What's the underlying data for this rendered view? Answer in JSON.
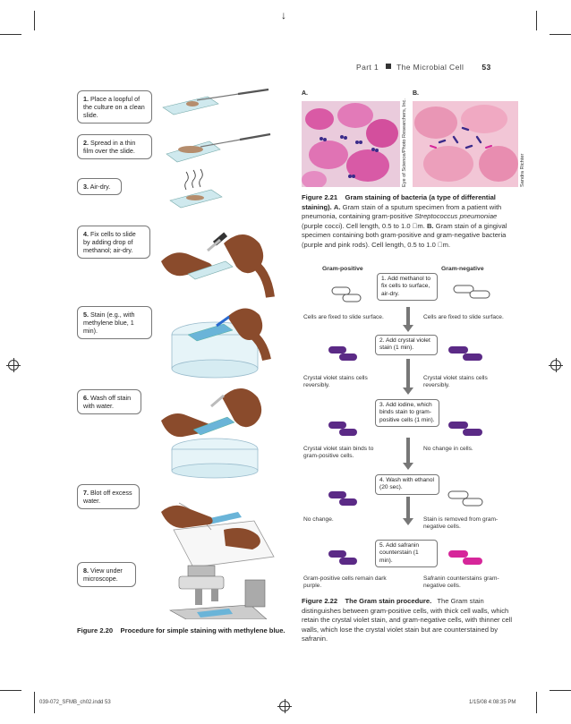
{
  "header": {
    "part": "Part 1",
    "title": "The Microbial Cell",
    "page_number": "53"
  },
  "steps": [
    {
      "num": "1.",
      "text": "Place a loopful of the culture on a clean slide."
    },
    {
      "num": "2.",
      "text": "Spread in a thin film over the slide."
    },
    {
      "num": "3.",
      "text": "Air-dry."
    },
    {
      "num": "4.",
      "text": "Fix cells to slide by adding drop of methanol; air-dry."
    },
    {
      "num": "5.",
      "text": "Stain (e.g., with methylene blue, 1 min)."
    },
    {
      "num": "6.",
      "text": "Wash off stain with water."
    },
    {
      "num": "7.",
      "text": "Blot off excess water."
    },
    {
      "num": "8.",
      "text": "View under microscope."
    }
  ],
  "fig220": {
    "label": "Figure 2.20",
    "title": "Procedure for simple staining with methylene blue."
  },
  "photos": {
    "a_label": "A.",
    "b_label": "B.",
    "a_credit": "Eye of Science/Photo Researchers, Inc.",
    "b_credit": "Sandra Richter"
  },
  "fig221": {
    "label": "Figure 2.21",
    "title": "Gram staining of bacteria (a type of differential staining).",
    "a_tag": "A.",
    "a_text": "Gram stain of a sputum specimen from a patient with pneumonia, containing gram-positive",
    "a_italic": "Streptococcus pneumoniae",
    "a_text2": "(purple cocci). Cell length, 0.5 to 1.0 \u0000m.",
    "b_tag": "B.",
    "b_text": "Gram stain of a gingival specimen containing both gram-positive and gram-negative bacteria (purple and pink rods). Cell length, 0.5 to 1.0 \u0000m."
  },
  "flow": {
    "col_left": "Gram-positive",
    "col_right": "Gram-negative",
    "step1": "1. Add methanol to fix cells to surface, air-dry.",
    "step2": "2. Add crystal violet stain (1 min).",
    "step3": "3. Add iodine, which binds stain to gram-positive cells (1 min).",
    "step4": "4. Wash with ethanol (20 sec).",
    "step5": "5. Add safranin counterstain (1 min).",
    "r1_left": "Cells are fixed to slide surface.",
    "r1_right": "Cells are fixed to slide surface.",
    "r2_left": "Crystal violet stains cells reversibly.",
    "r2_right": "Crystal violet stains cells reversibly.",
    "r3_left": "Crystal violet stain binds to gram-positive cells.",
    "r3_right": "No change in cells.",
    "r4_left": "No change.",
    "r4_right": "Stain is removed from gram-negative cells.",
    "r5_left": "Gram-positive cells remain dark purple.",
    "r5_right": "Safranin counterstains gram-negative cells."
  },
  "fig222": {
    "label": "Figure 2.22",
    "title": "The Gram stain procedure.",
    "text": "The Gram stain distinguishes between gram-positive cells, with thick cell walls, which retain the crystal violet stain, and gram-negative cells, with thinner cell walls, which lose the crystal violet stain but are counterstained by safranin."
  },
  "footer": {
    "file": "039-072_SFMB_ch02.indd 53",
    "date": "1/15/08 4:08:35 PM"
  },
  "colors": {
    "purple": "#5b2a86",
    "pink": "#d6269a",
    "skin": "#8a4b2c",
    "slide": "#cfe9ee"
  }
}
